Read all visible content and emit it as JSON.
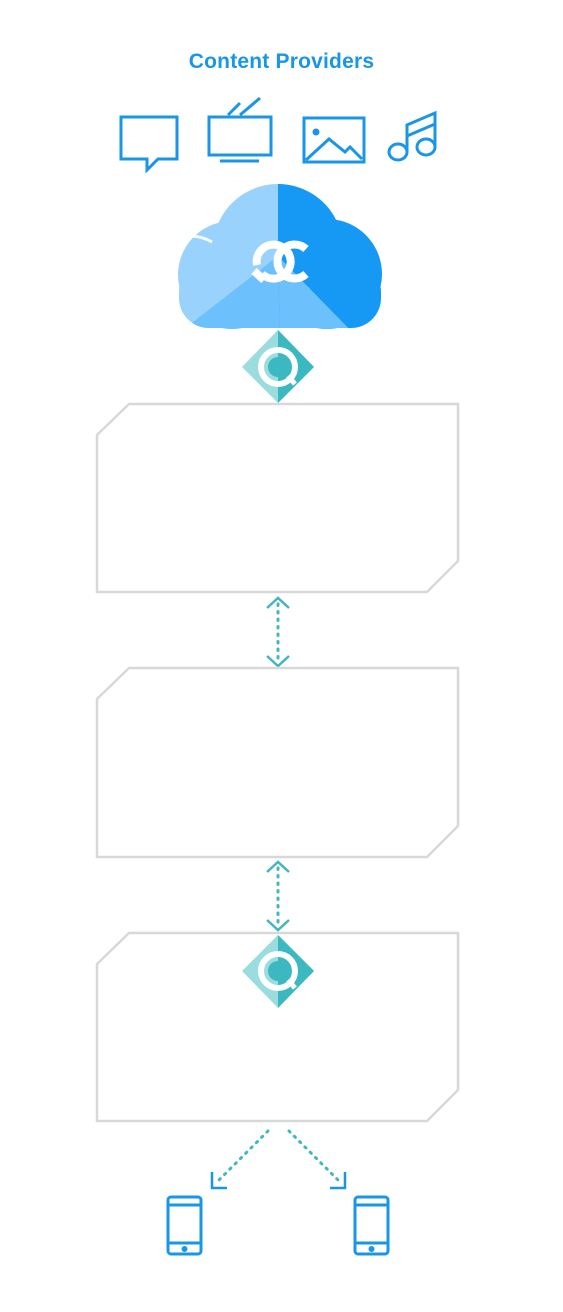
{
  "header": {
    "title": "Content Providers"
  },
  "colors": {
    "primary_blue": "#1a96e6",
    "cloud_light": "#99d2fd",
    "cloud_mid": "#6cc0fc",
    "cloud_dark": "#1698f5",
    "teal": "#3cb9c0",
    "teal_light": "#9bdcdf",
    "box_border": "#d8d8d8",
    "arrow_dots": "#43b6be"
  },
  "icons": {
    "content_types": [
      "chat-bubble-icon",
      "tv-icon",
      "image-icon",
      "music-note-icon"
    ],
    "cloud": "qc-cloud-logo",
    "badge": "qc-diamond-badge",
    "devices": [
      "mobile-phone-icon",
      "mobile-phone-icon"
    ]
  },
  "cloud": {
    "logo_text": "QC"
  }
}
